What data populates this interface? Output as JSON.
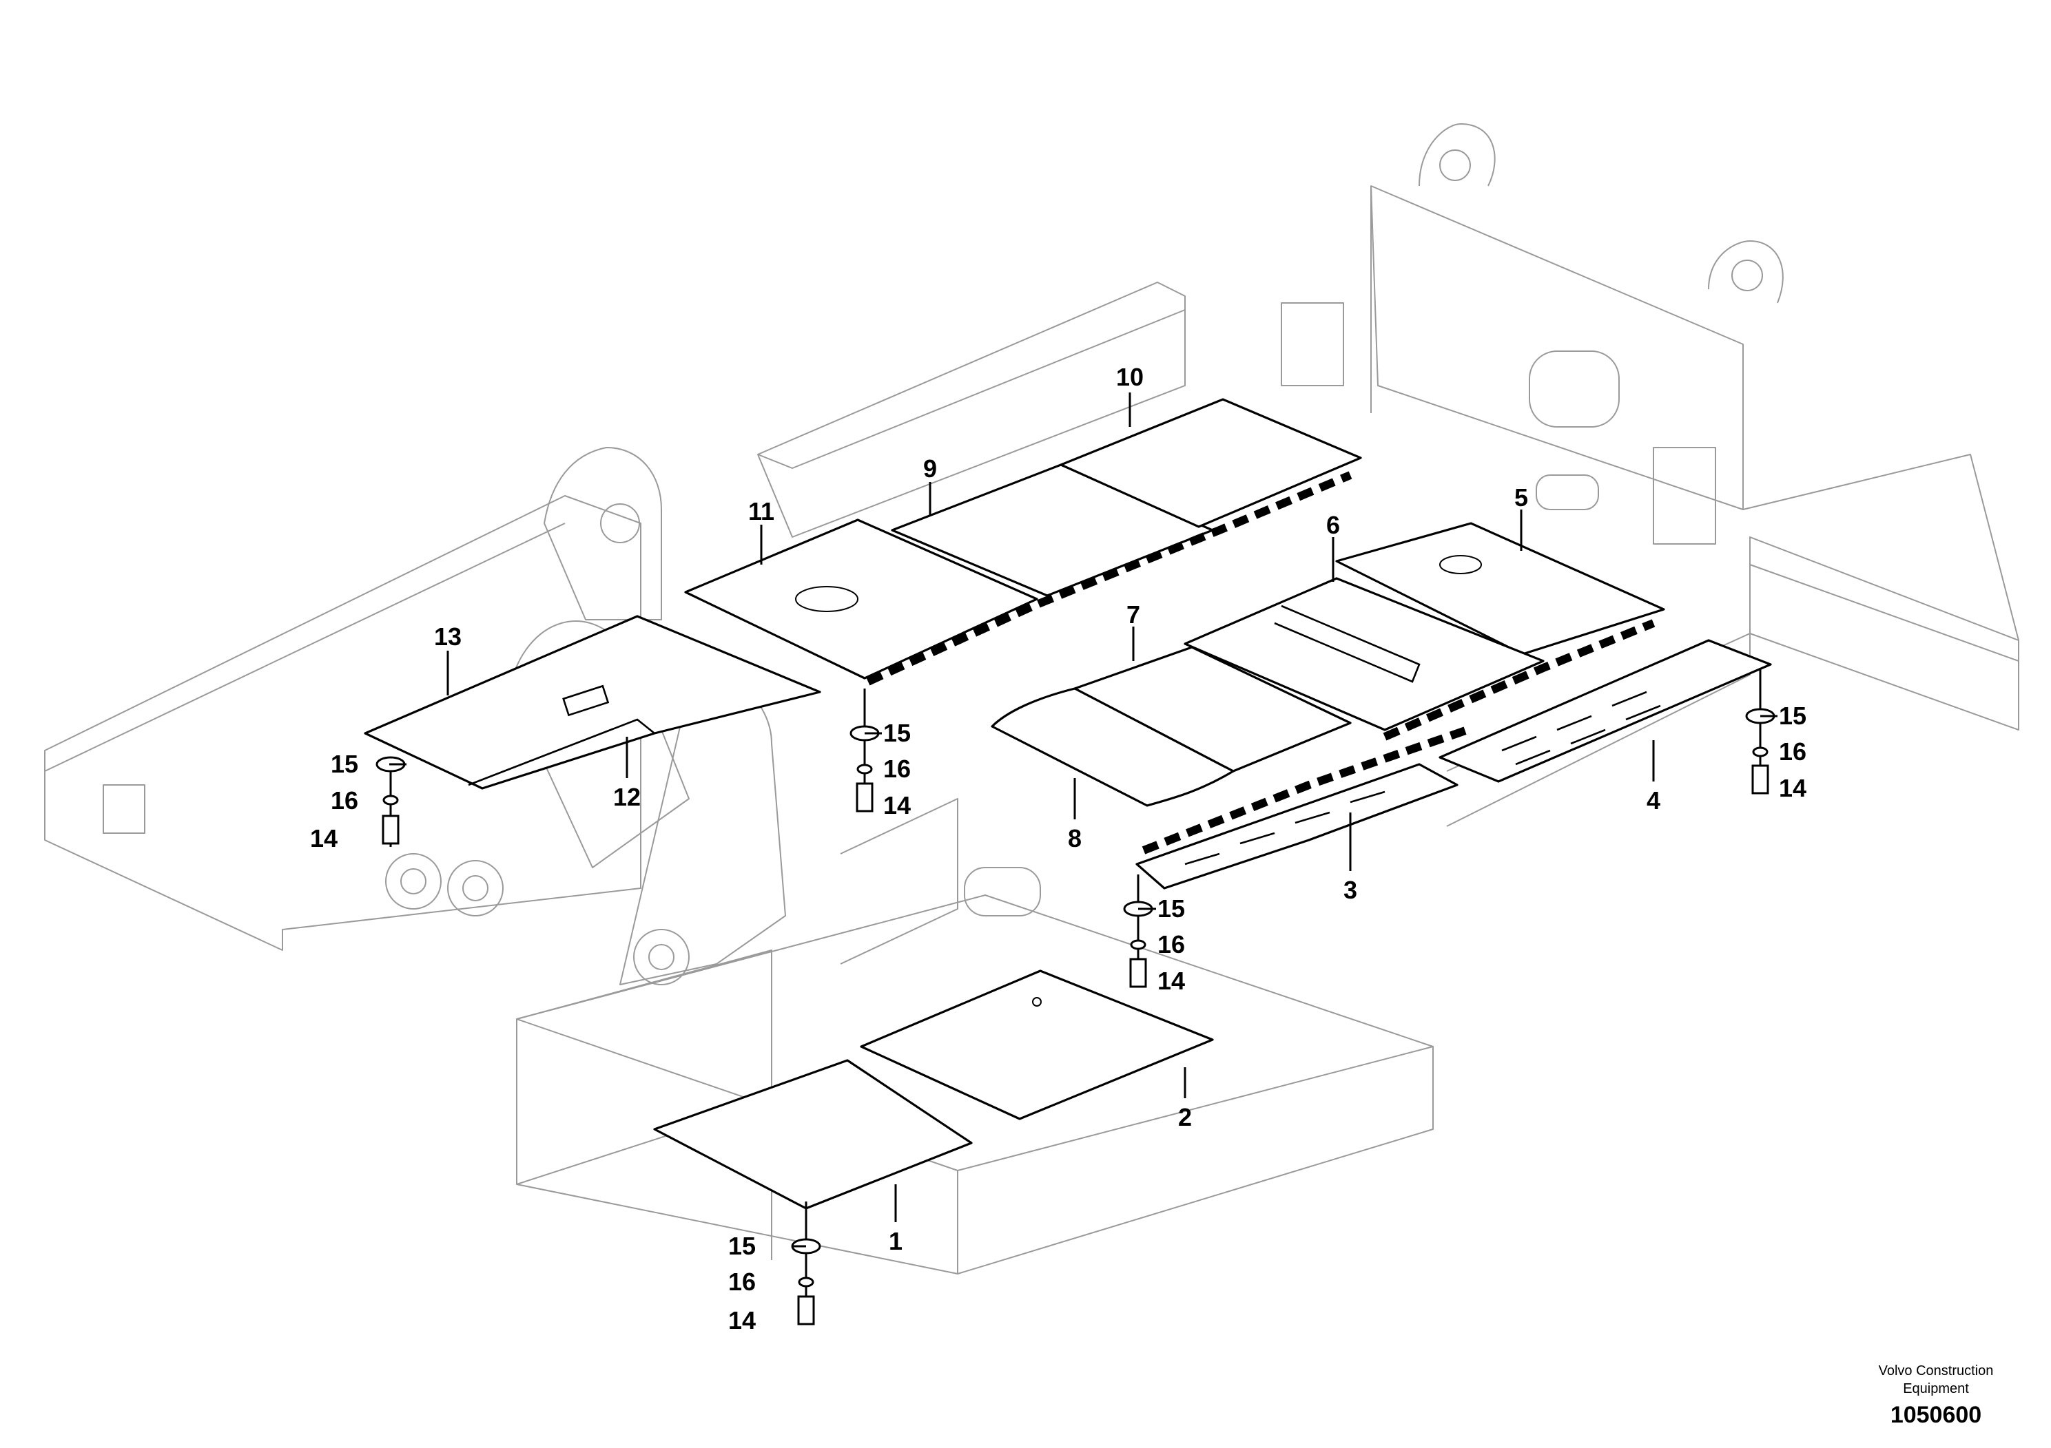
{
  "labels": {
    "l1": "1",
    "l2": "2",
    "l3": "3",
    "l4": "4",
    "l5": "5",
    "l6": "6",
    "l7": "7",
    "l8": "8",
    "l9": "9",
    "l10": "10",
    "l11": "11",
    "l12": "12",
    "l13": "13",
    "fastener_washer": "15",
    "fastener_lockwasher": "16",
    "fastener_bolt": "14"
  },
  "footer": {
    "brand_line1": "Volvo Construction",
    "brand_line2": "Equipment",
    "reference_number": "1050600"
  },
  "colors": {
    "line": "#000000",
    "frame": "#9a9a9a",
    "background": "#ffffff"
  }
}
